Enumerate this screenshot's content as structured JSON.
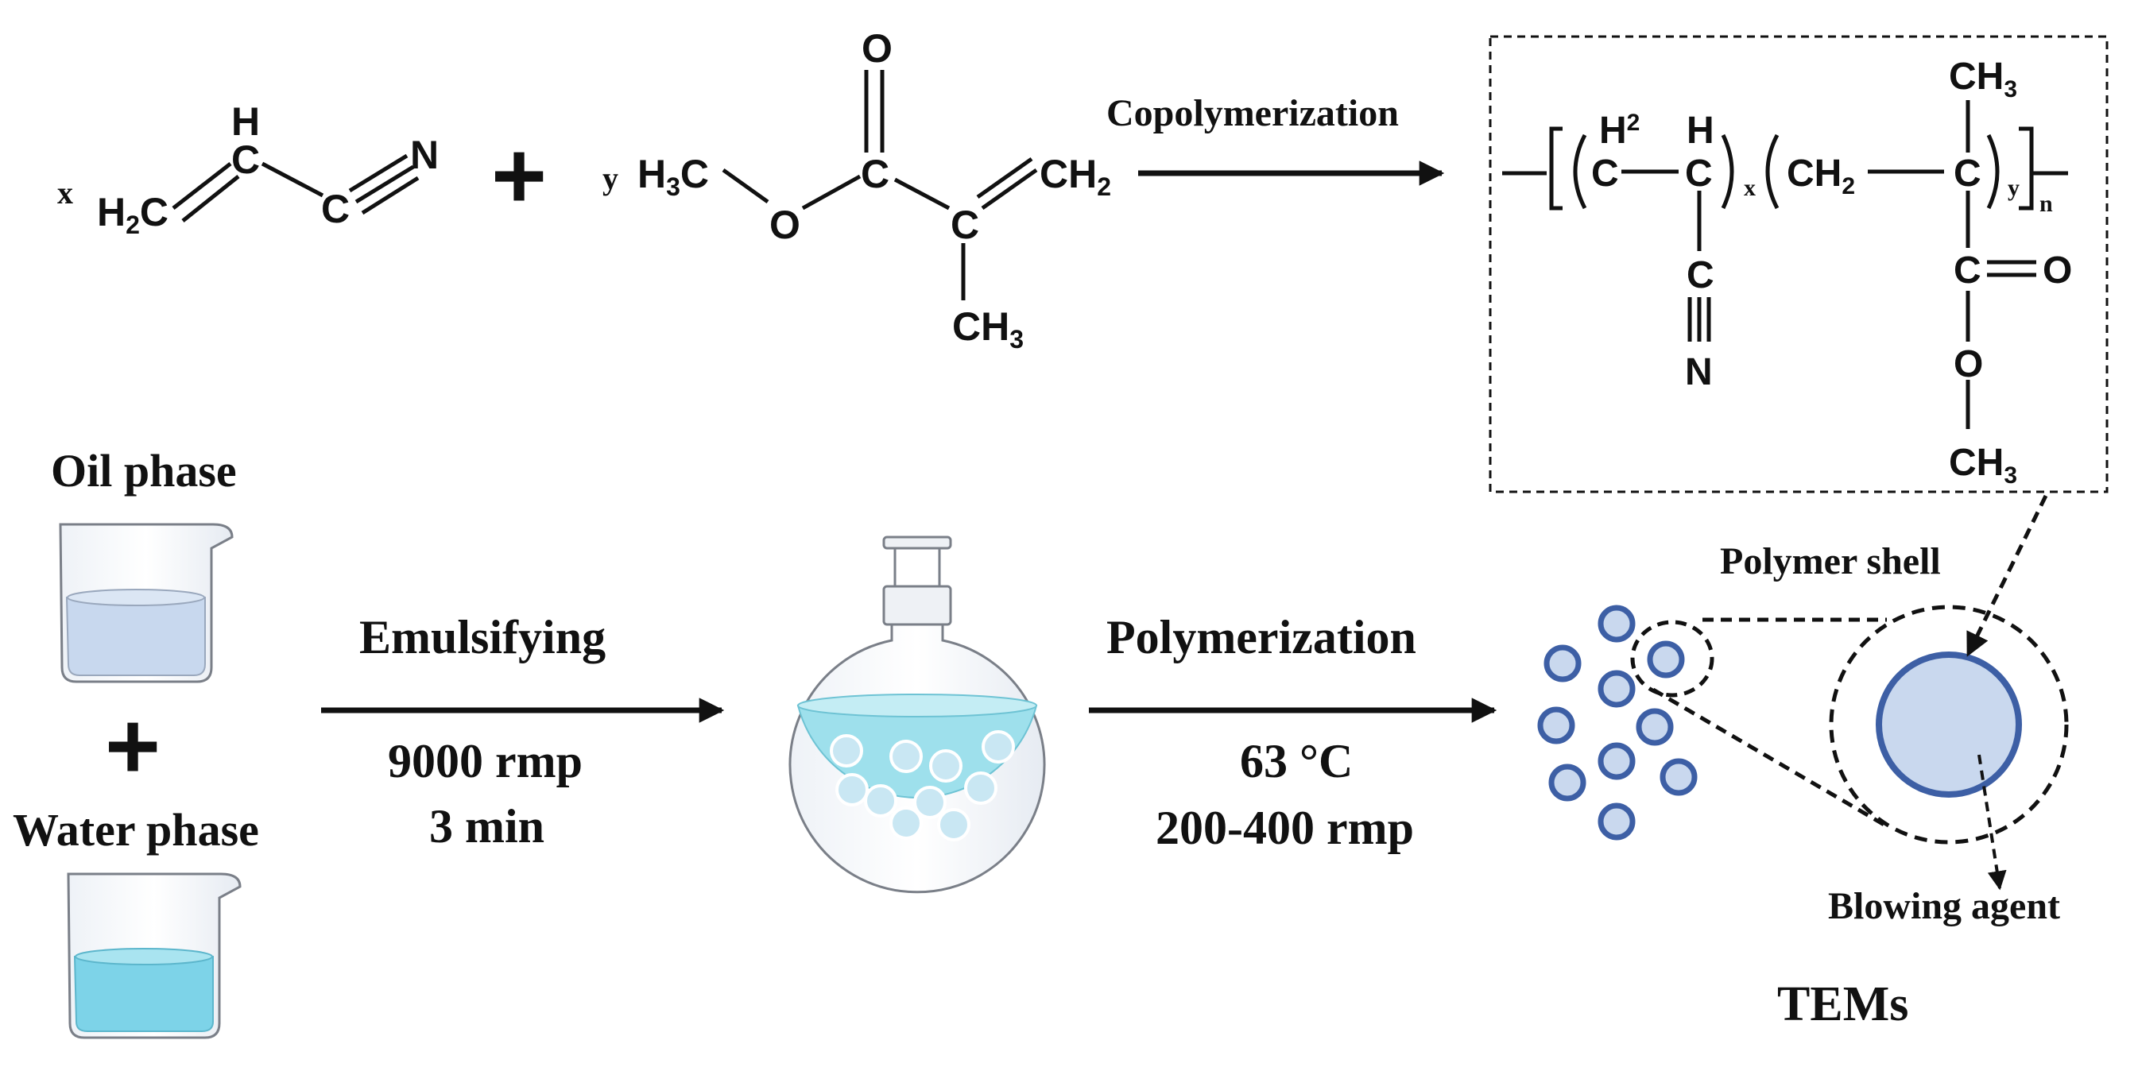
{
  "diagram": {
    "reaction": {
      "coefficient_x": "x",
      "coefficient_y": "y",
      "plus": "+",
      "arrow_label": "Copolymerization",
      "acrylonitrile": {
        "ch2": "H",
        "ch2_sub": "2",
        "ch2_c": "C",
        "ch_h": "H",
        "ch_c": "C",
        "c_nitrile": "C",
        "n": "N"
      },
      "mma": {
        "h3c_h": "H",
        "h3c_sub": "3",
        "h3c_c": "C",
        "o_ester": "O",
        "c_carbonyl": "C",
        "o_carbonyl": "O",
        "c_vinyl": "C",
        "ch2": "CH",
        "ch2_sub": "2",
        "ch3": "CH",
        "ch3_sub": "3"
      },
      "product": {
        "h2": "H",
        "h2_sub": "2",
        "c1": "C",
        "h": "H",
        "c2": "C",
        "x_sub": "x",
        "ch2": "CH",
        "ch2_sub": "2",
        "c3": "C",
        "y_sub": "y",
        "n_sub": "n",
        "ch3_top": "CH",
        "ch3_top_sub": "3",
        "c_nitrile": "C",
        "n": "N",
        "c_carbonyl": "C",
        "o_carbonyl": "O",
        "o_ester": "O",
        "ch3_bottom": "CH",
        "ch3_bottom_sub": "3"
      }
    },
    "process": {
      "oil_phase": "Oil phase",
      "plus": "+",
      "water_phase": "Water phase",
      "emulsifying": {
        "label": "Emulsifying",
        "speed": "9000 rmp",
        "time": "3 min"
      },
      "polymerization": {
        "label": "Polymerization",
        "temperature": "63 °C",
        "speed": "200-400 rmp"
      },
      "polymer_shell": "Polymer shell",
      "blowing_agent": "Blowing agent",
      "product_label": "TEMs"
    },
    "colors": {
      "oil_liquid": "#c8d8ee",
      "water_liquid": "#7dd3e8",
      "flask_liquid": "#9ee0ec",
      "microsphere_stroke": "#3d5fa5",
      "microsphere_fill": "#c9d8ee",
      "ink": "#111111"
    }
  }
}
